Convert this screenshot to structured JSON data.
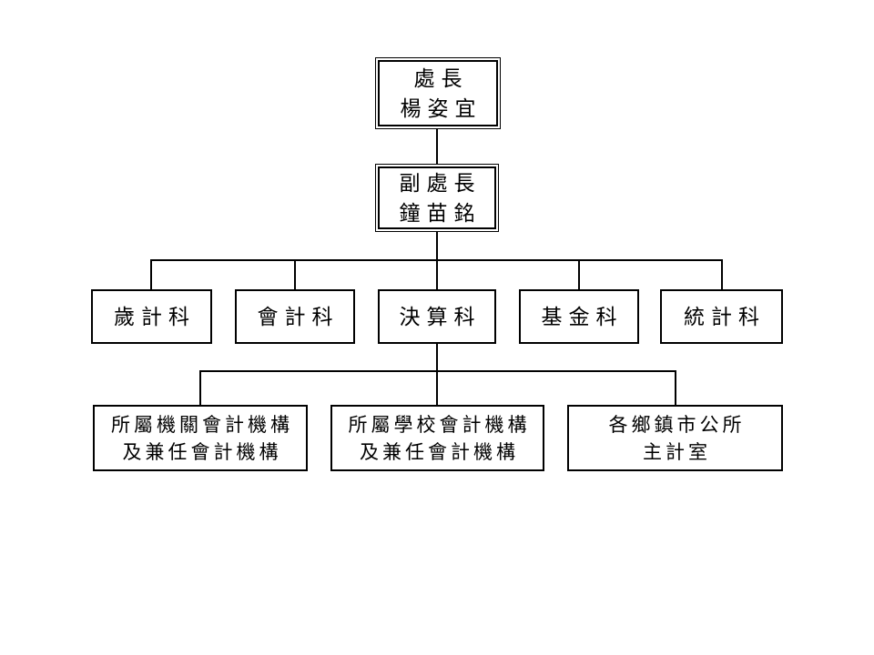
{
  "page": {
    "background": "#ffffff",
    "line_color": "#000000",
    "box_border_color": "#000000"
  },
  "org_chart": {
    "director": {
      "title": "處長",
      "name": "楊姿宜"
    },
    "deputy_director": {
      "title": "副處長",
      "name": "鐘苗銘"
    },
    "departments": [
      {
        "label": "歲計科"
      },
      {
        "label": "會計科"
      },
      {
        "label": "決算科"
      },
      {
        "label": "基金科"
      },
      {
        "label": "統計科"
      }
    ],
    "subordinate_units": [
      {
        "line1": "所屬機關會計機構",
        "line2": "及兼任會計機構"
      },
      {
        "line1": "所屬學校會計機構",
        "line2": "及兼任會計機構"
      },
      {
        "line1": "各鄉鎮市公所",
        "line2": "主計室"
      }
    ]
  }
}
